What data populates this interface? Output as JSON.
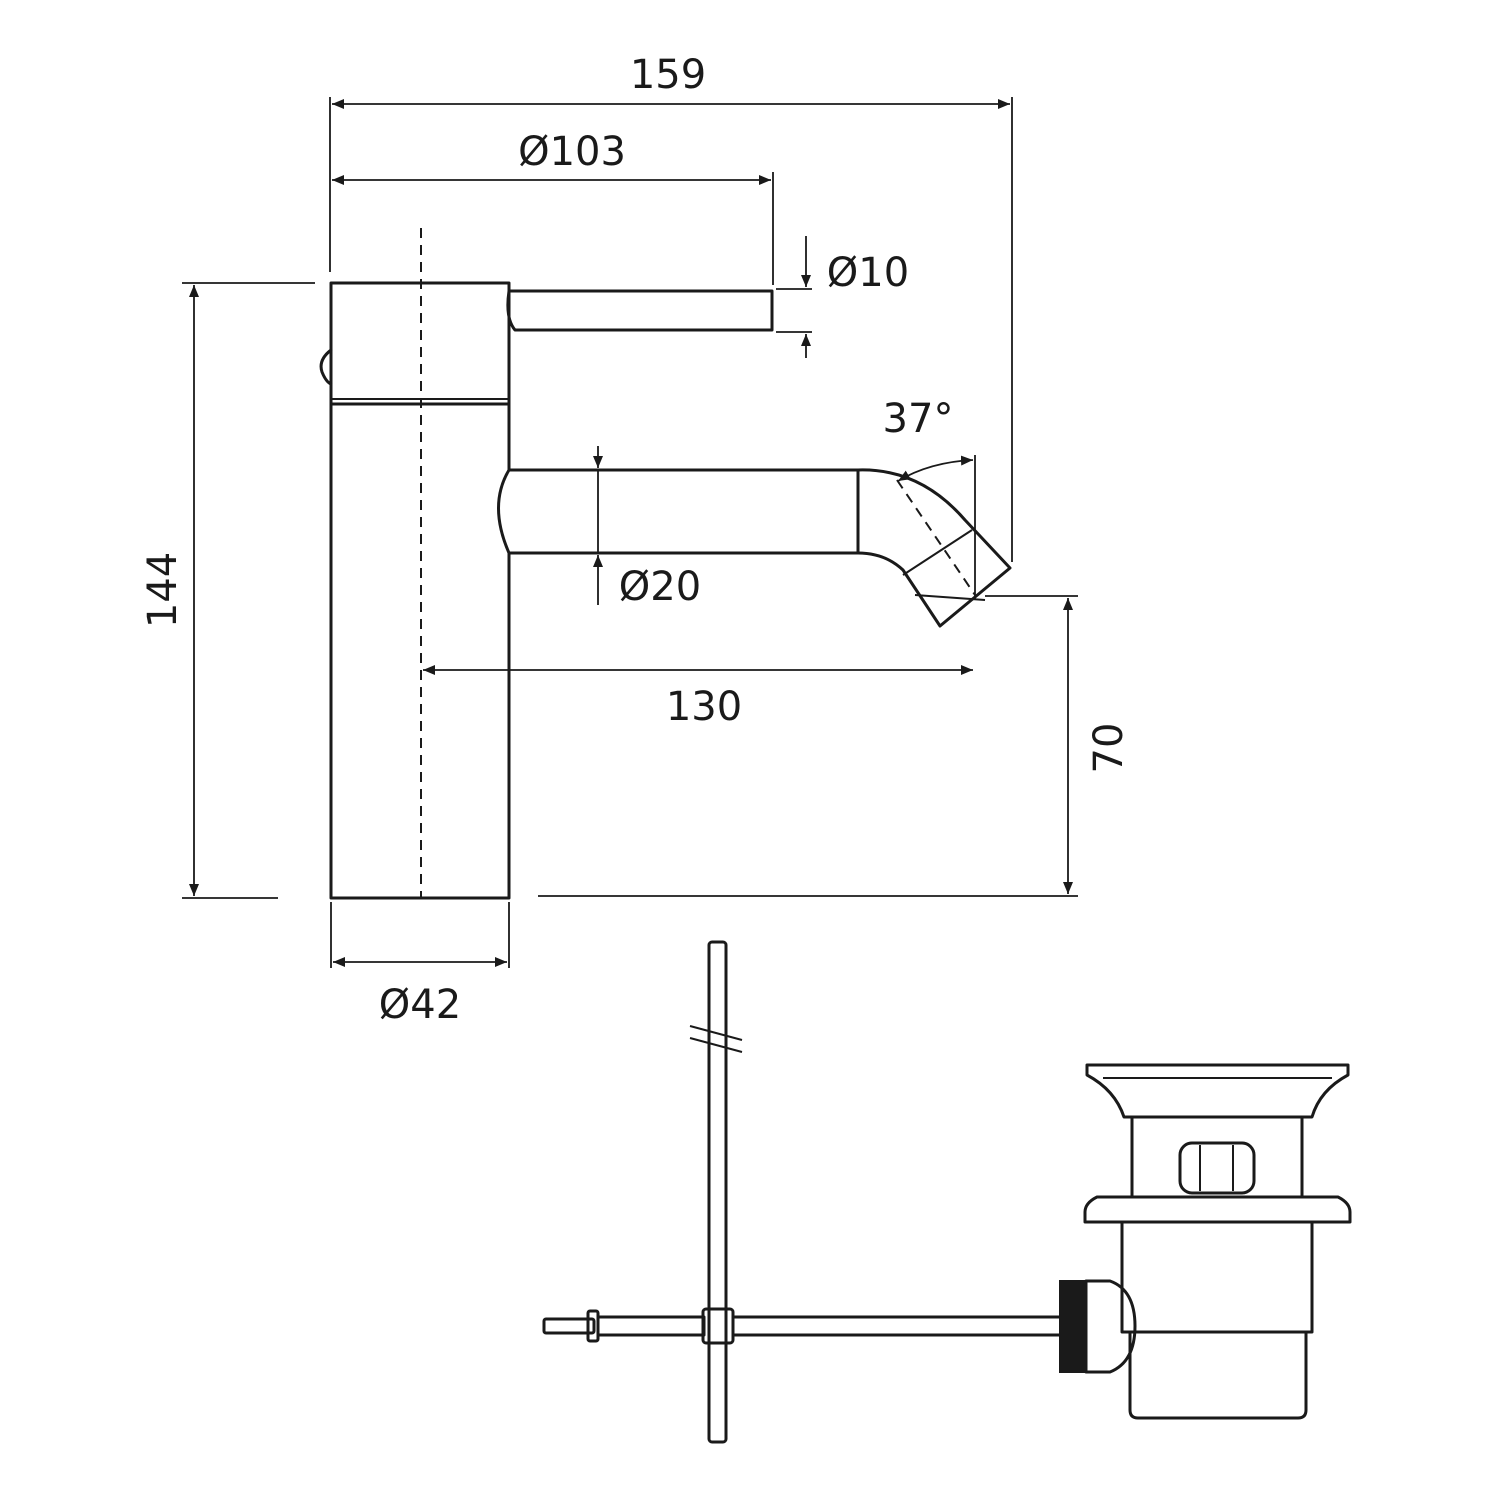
{
  "dimensions": {
    "overall_width": "159",
    "handle_dia": "Ø103",
    "lever_dia": "Ø10",
    "height": "144",
    "spout_angle": "37°",
    "spout_dia": "Ø20",
    "reach": "130",
    "spout_height": "70",
    "base_dia": "Ø42"
  },
  "colors": {
    "line": "#1a1a1a",
    "background": "#ffffff"
  }
}
